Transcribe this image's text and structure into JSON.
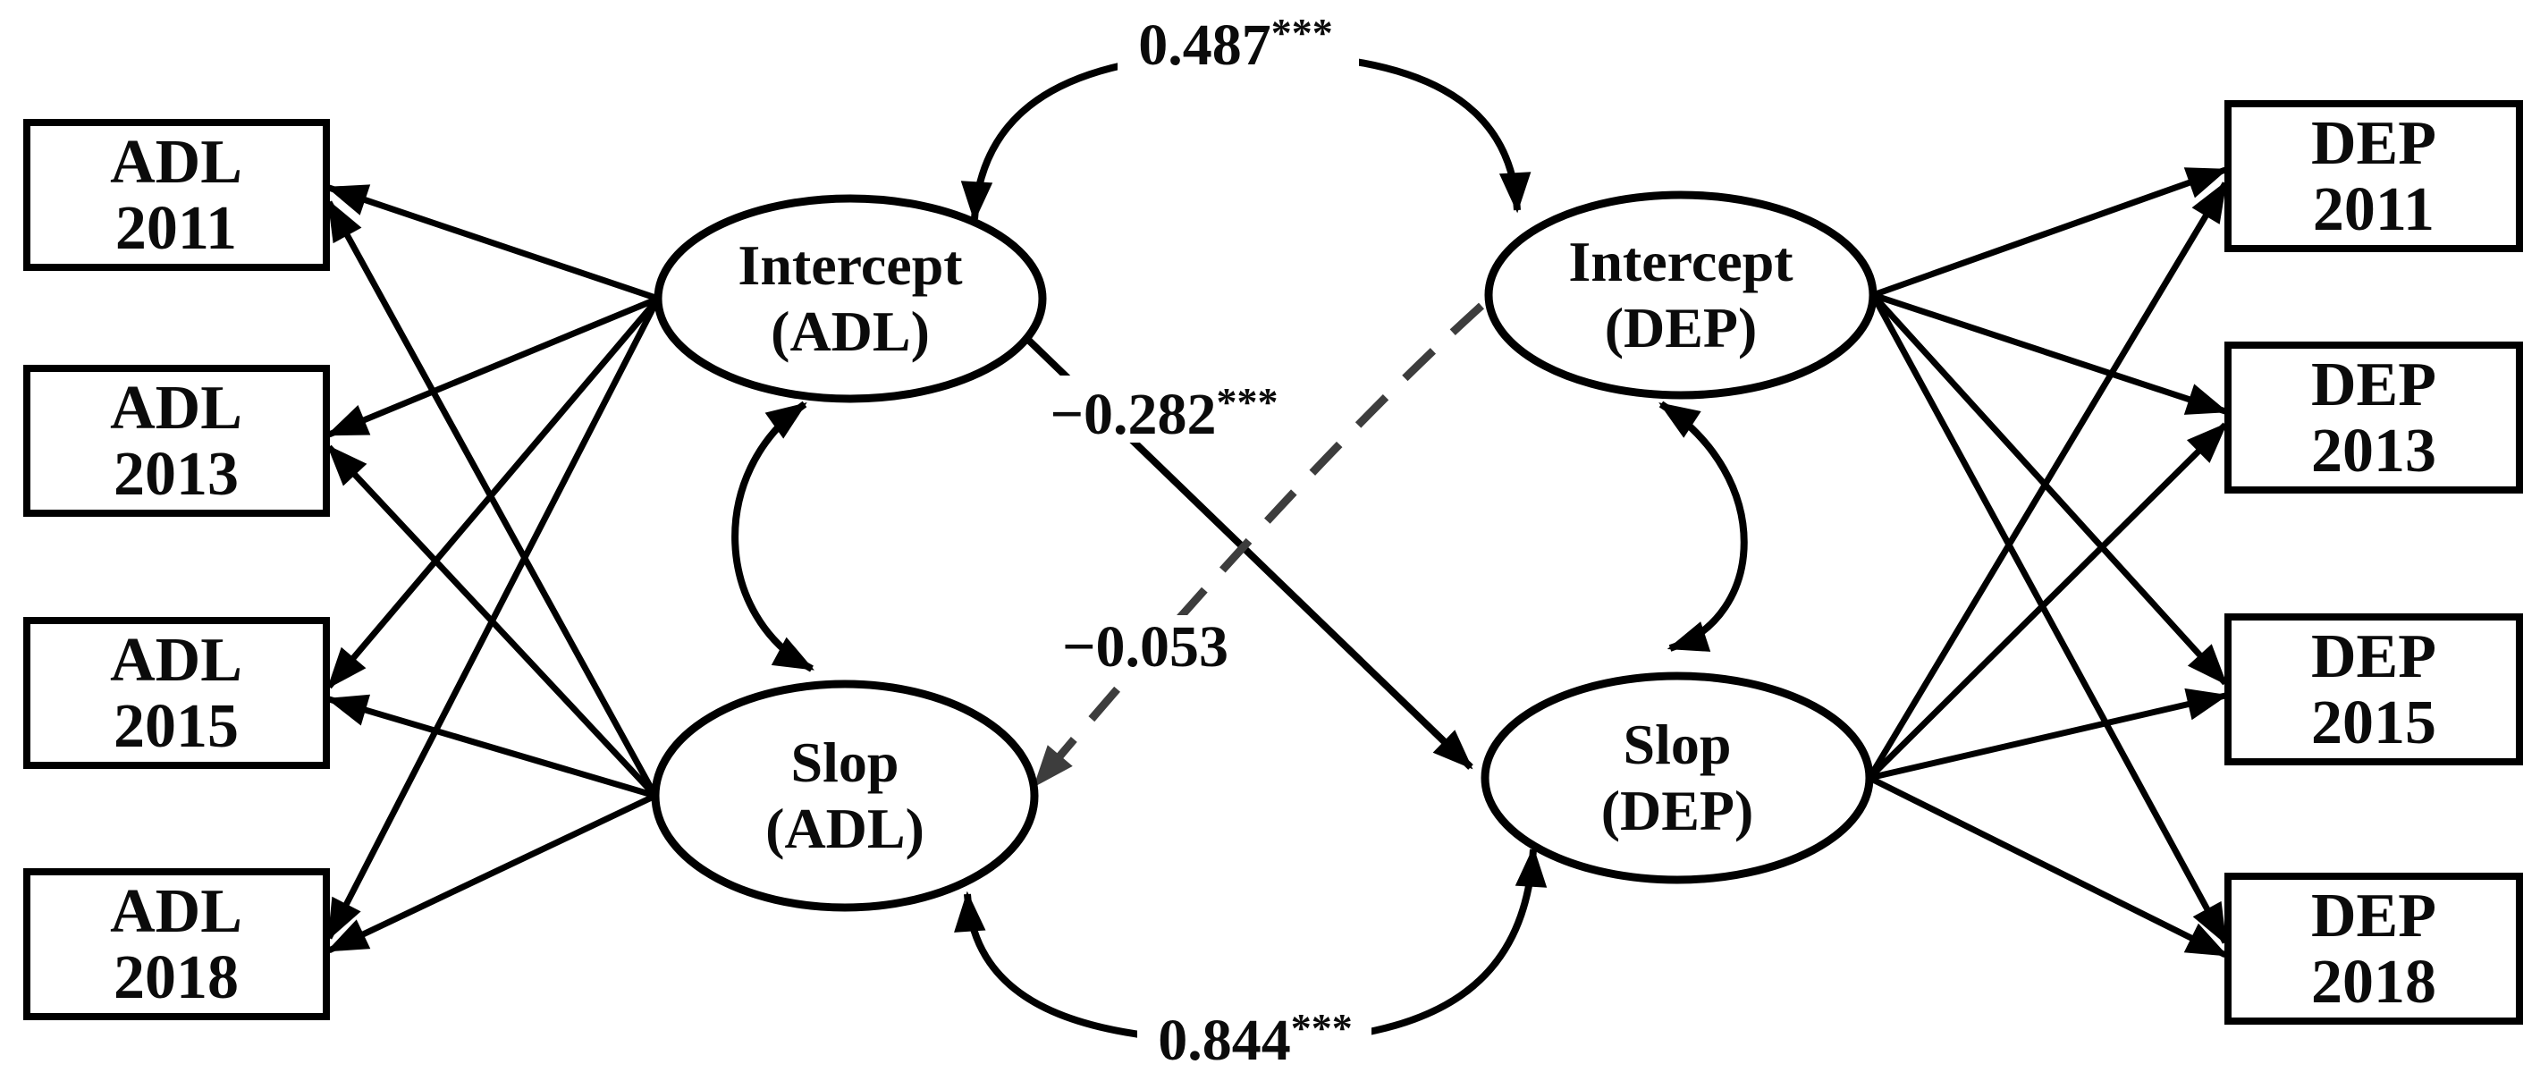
{
  "diagram": {
    "observed": {
      "adl_2011": {
        "line1": "ADL",
        "line2": "2011"
      },
      "adl_2013": {
        "line1": "ADL",
        "line2": "2013"
      },
      "adl_2015": {
        "line1": "ADL",
        "line2": "2015"
      },
      "adl_2018": {
        "line1": "ADL",
        "line2": "2018"
      },
      "dep_2011": {
        "line1": "DEP",
        "line2": "2011"
      },
      "dep_2013": {
        "line1": "DEP",
        "line2": "2013"
      },
      "dep_2015": {
        "line1": "DEP",
        "line2": "2015"
      },
      "dep_2018": {
        "line1": "DEP",
        "line2": "2018"
      }
    },
    "latent": {
      "intercept_adl": {
        "line1": "Intercept",
        "line2": "(ADL)"
      },
      "slope_adl": {
        "line1": "Slop",
        "line2": "(ADL)"
      },
      "intercept_dep": {
        "line1": "Intercept",
        "line2": "(DEP)"
      },
      "slope_dep": {
        "line1": "Slop",
        "line2": "(DEP)"
      }
    },
    "estimates": {
      "cov_intercepts": {
        "value": "0.487",
        "stars": "***"
      },
      "cross_adl_to_dep": {
        "value": "−0.282",
        "stars": "***"
      },
      "cross_dep_to_adl": {
        "value": "−0.053",
        "stars": ""
      },
      "cov_slopes": {
        "value": "0.844",
        "stars": "***"
      }
    },
    "colors": {
      "ink": "#000000",
      "dashed_path": "#3d3d3d",
      "background": "#ffffff"
    }
  }
}
